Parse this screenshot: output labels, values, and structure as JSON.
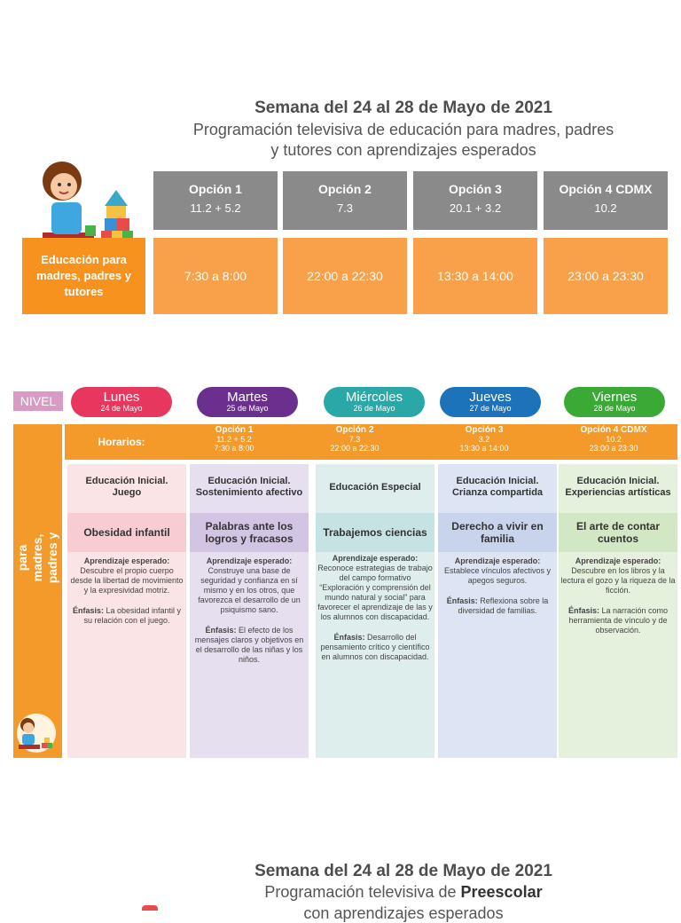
{
  "header": {
    "title": "Semana del 24 al 28 de Mayo de 2021",
    "subtitle_line1": "Programación televisiva de educación para madres, padres",
    "subtitle_line2": "y tutores con aprendizajes esperados",
    "edu_label": "Educación para madres, padres y tutores",
    "options": [
      {
        "title": "Opción 1",
        "channel": "11.2  +  5.2",
        "time": "7:30 a 8:00"
      },
      {
        "title": "Opción 2",
        "channel": "7.3",
        "time": "22:00 a 22:30"
      },
      {
        "title": "Opción 3",
        "channel": "20.1  +  3.2",
        "time": "13:30 a 14:00"
      },
      {
        "title": "Opción 4 CDMX",
        "channel": "10.2",
        "time": "23:00 a 23:30"
      }
    ]
  },
  "schedule": {
    "nivel": "NIVEL",
    "side_label": "Educación para madres, padres y tutores",
    "horarios_label": "Horarios:",
    "days": [
      {
        "name": "Lunes",
        "date": "24 de Mayo",
        "color": "#e8375f"
      },
      {
        "name": "Martes",
        "date": "25 de Mayo",
        "color": "#6b2f8e"
      },
      {
        "name": "Miércoles",
        "date": "26 de Mayo",
        "color": "#2aa8a7"
      },
      {
        "name": "Jueves",
        "date": "27 de Mayo",
        "color": "#1c73b9"
      },
      {
        "name": "Viernes",
        "date": "28 de Mayo",
        "color": "#3aa935"
      }
    ],
    "horarios": [
      {
        "title": "Opción 1",
        "channel": "11.2  +  5.2",
        "time": "7:30 a 8:00"
      },
      {
        "title": "Opción 2",
        "channel": "7.3",
        "time": "22:00 a 22:30"
      },
      {
        "title": "Opción 3",
        "channel": "3.2",
        "time": "13:30  a 14:00"
      },
      {
        "title": "Opción 4 CDMX",
        "channel": "10.2",
        "time": "23:00 a 23:30"
      }
    ],
    "columns": [
      {
        "program": "Educación Inicial. Juego",
        "topic": "Obesidad infantil",
        "aprendizaje_label": "Aprendizaje esperado:",
        "aprendizaje": "Descubre el propio cuerpo desde la libertad de movimiento y la expresividad motriz.",
        "enfasis_label": "Énfasis:",
        "enfasis": "La obesidad infantil y su relación con el juego.",
        "bg": "#fbe4e6",
        "mid": "#f8cdd2"
      },
      {
        "program": "Educación Inicial. Sostenimiento afectivo",
        "topic": "Palabras ante los logros y fracasos",
        "aprendizaje_label": "Aprendizaje esperado:",
        "aprendizaje": "Construye una base de seguridad y confianza en sí mismo y en los otros, que favorezca el desarrollo de un psiquismo sano.",
        "enfasis_label": "Énfasis:",
        "enfasis": "El efecto de los mensajes claros y objetivos en el desarrollo de las niñas y los niños.",
        "bg": "#e6dff0",
        "mid": "#d2c4e3"
      },
      {
        "program": "Educación Especial",
        "topic": "Trabajemos ciencias",
        "aprendizaje_label": "Aprendizaje esperado:",
        "aprendizaje": "Reconoce estrategias de trabajo del campo formativo “Exploración y comprensión del mundo natural y social” para favorecer el aprendizaje de las y los alumnos con discapacidad.",
        "enfasis_label": "Énfasis:",
        "enfasis": "Desarrollo del pensamiento crítico y científico en alumnos con discapacidad.",
        "bg": "#ddeeed",
        "mid": "#c5e3e2"
      },
      {
        "program": "Educación Inicial. Crianza compartida",
        "topic": "Derecho a vivir en familia",
        "aprendizaje_label": "Aprendizaje esperado:",
        "aprendizaje": "Establece vínculos afectivos y apegos seguros.",
        "enfasis_label": "Énfasis:",
        "enfasis": "Reflexiona sobre la diversidad de familias.",
        "bg": "#dde4f3",
        "mid": "#c7d4ec"
      },
      {
        "program": "Educación Inicial. Experiencias artísticas",
        "topic": "El arte de contar cuentos",
        "aprendizaje_label": "Aprendizaje esperado:",
        "aprendizaje": "Descubre en los libros y la lectura el gozo y la riqueza de la ficción.",
        "enfasis_label": "Énfasis:",
        "enfasis": "La narración como herramienta de vínculo y de observación.",
        "bg": "#e5f1dc",
        "mid": "#d2e8c4"
      }
    ]
  },
  "footer": {
    "title": "Semana del 24 al 28 de Mayo de 2021",
    "subtitle_prefix": "Programación televisiva de ",
    "subtitle_bold": "Preescolar",
    "subtitle_line2": "con aprendizajes esperados"
  }
}
